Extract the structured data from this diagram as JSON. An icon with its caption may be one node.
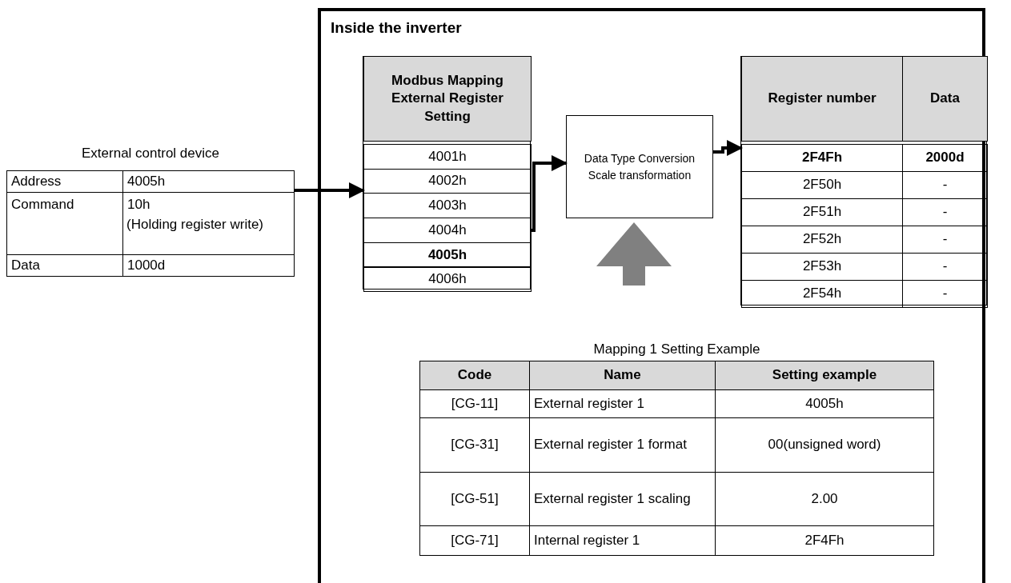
{
  "diagram": {
    "nodes": [
      {
        "text": [
          "Inside the inverter"
        ]
      },
      {
        "text": [
          "External control device",
          "Address",
          "4005h",
          "Command",
          "10h",
          "(Holding register write)",
          "Data",
          "1000d"
        ]
      },
      {
        "text": [
          "Modbus Mapping External Register Setting"
        ],
        "in": 0
      },
      {
        "text": [
          "4001h"
        ],
        "in": 2
      },
      {
        "text": [
          "4002h"
        ],
        "in": 2
      },
      {
        "text": [
          "4003h"
        ],
        "in": 2
      },
      {
        "text": [
          "4004h"
        ],
        "in": 2
      },
      {
        "text": [
          "4005h"
        ],
        "in": 2
      },
      {
        "text": [
          "4006h"
        ],
        "in": 2
      },
      {
        "text": [
          "Data Type Conversion Scale transformation"
        ],
        "in": 0
      },
      {
        "text": [
          "Register number",
          "Data"
        ],
        "in": 0
      },
      {
        "text": [
          "2F4Fh",
          "2000d"
        ],
        "in": 10
      },
      {
        "text": [
          "2F50h",
          "-"
        ],
        "in": 10
      },
      {
        "text": [
          "2F51h",
          "-"
        ],
        "in": 10
      },
      {
        "text": [
          "2F52h",
          "-"
        ],
        "in": 10
      },
      {
        "text": [
          "2F53h",
          "-"
        ],
        "in": 10
      },
      {
        "text": [
          "2F54h",
          "-"
        ],
        "in": 10
      },
      {
        "text": [
          "Mapping 1 Setting Example",
          "Code",
          "Name",
          "Setting example",
          "[CG-11]",
          "External register 1",
          "4005h",
          "[CG-31]",
          "External register 1 format",
          "00(unsigned word)",
          "[CG-51]",
          "External register 1 scaling",
          "2.00",
          "[CG-71]",
          "Internal register 1",
          "2F4Fh"
        ],
        "in": 0
      }
    ],
    "edges": [
      {
        "from": 1,
        "to": 4,
        "arrow": "to"
      },
      {
        "from": 6,
        "to": 9,
        "arrow": "to"
      },
      {
        "from": 9,
        "to": 11,
        "arrow": "to"
      },
      {
        "from": null,
        "to": 9,
        "arrow": "to",
        "style": "thick",
        "color": "#808080"
      }
    ]
  }
}
